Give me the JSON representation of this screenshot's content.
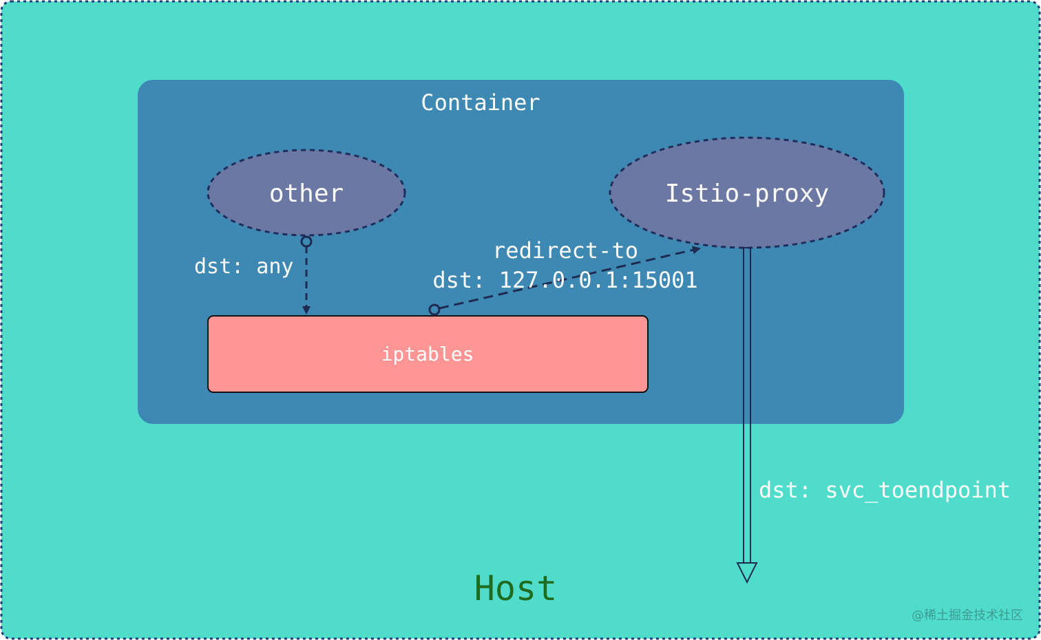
{
  "host": {
    "label": "Host"
  },
  "container": {
    "label": "Container"
  },
  "nodes": {
    "other": "other",
    "istio_proxy": "Istio-proxy",
    "iptables": "iptables"
  },
  "edges": {
    "other_to_iptables": "dst: any",
    "iptables_to_proxy_line1": "redirect-to",
    "iptables_to_proxy_line2": "dst: 127.0.0.1:15001",
    "proxy_to_host": "dst: svc_toendpoint"
  },
  "watermark": "@稀土掘金技术社区",
  "colors": {
    "host_fill": "#4fdccb",
    "host_border": "#1f3a78",
    "container_fill": "#3e89b4",
    "ellipse_fill": "#6b78a3",
    "ellipse_border": "#1f2d5c",
    "iptables_fill": "#ff9595",
    "edge_color": "#1e2a50",
    "host_label": "#1f6b1f",
    "label_text": "#ffffff"
  }
}
